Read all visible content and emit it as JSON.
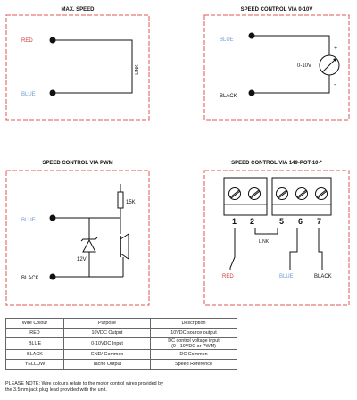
{
  "colors": {
    "frame": "#e05555",
    "red_label": "#d23a3a",
    "blue_label": "#6e9bd1",
    "wire": "#111111"
  },
  "panel1": {
    "title": "MAX. SPEED",
    "red": "RED",
    "blue": "BLUE",
    "link": "LINK"
  },
  "panel2": {
    "title": "SPEED CONTROL VIA 0-10V",
    "blue": "BLUE",
    "black": "BLACK",
    "plus": "+",
    "minus": "-",
    "source": "0-10V"
  },
  "panel3": {
    "title": "SPEED CONTROL VIA PWM",
    "blue": "BLUE",
    "black": "BLACK",
    "resistor": "15K",
    "zener": "12V"
  },
  "panel4": {
    "title": "SPEED CONTROL VIA 149-POT-10-*",
    "t1": "1",
    "t2": "2",
    "t5": "5",
    "t6": "6",
    "t7": "7",
    "link": "LINK",
    "red": "RED",
    "blue": "BLUE",
    "black": "BLACK"
  },
  "table": {
    "headers": [
      "Wire Colour",
      "Purpose",
      "Description"
    ],
    "rows": [
      [
        "RED",
        "10VDC Output",
        "10VDC source output"
      ],
      [
        "BLUE",
        "0-10VDC Input",
        "DC control voltage input",
        "(0 - 10VDC or PWM)"
      ],
      [
        "BLACK",
        "GND/ Common",
        "DC Common"
      ],
      [
        "YELLOW",
        "Tacho Output",
        "Speed Reference"
      ]
    ]
  },
  "note": {
    "line1": "PLEASE NOTE:   Wire colours relate to the motor control wires provided by",
    "line2": "the 3.5mm jack plug lead provided with the unit."
  }
}
